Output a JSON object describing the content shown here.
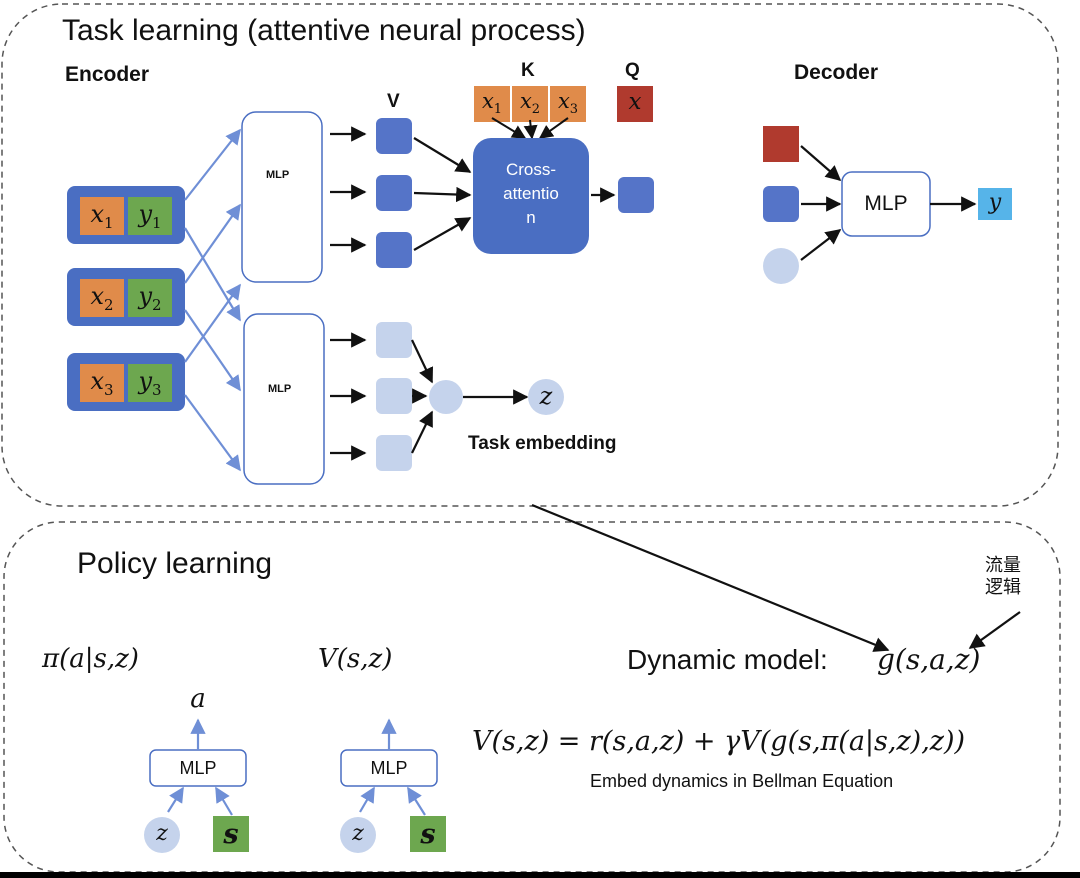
{
  "task_section": {
    "title": "Task learning (attentive neural process)",
    "encoder_label": "Encoder",
    "decoder_label": "Decoder",
    "v_label": "V",
    "k_label": "K",
    "q_label": "Q",
    "mlp_small": "MLP",
    "cross_attention": [
      "Cross-",
      "attentio",
      "n"
    ],
    "decoder_mlp": "MLP",
    "decoder_output": "y",
    "task_embedding_label": "Task embedding",
    "z_label": "z",
    "q_var": "x",
    "pairs": [
      {
        "x": "x",
        "xsub": "1",
        "y": "y",
        "ysub": "1"
      },
      {
        "x": "x",
        "xsub": "2",
        "y": "y",
        "ysub": "2"
      },
      {
        "x": "x",
        "xsub": "3",
        "y": "y",
        "ysub": "3"
      }
    ],
    "keys": [
      {
        "x": "x",
        "sub": "1"
      },
      {
        "x": "x",
        "sub": "2"
      },
      {
        "x": "x",
        "sub": "3"
      }
    ]
  },
  "policy_section": {
    "title": "Policy learning",
    "pi_expr": "π(a|s,z)",
    "v_expr": "V(s,z)",
    "dynamic_label": "Dynamic model:",
    "g_expr": "g(s,a,z)",
    "chinese_note_line1": "流量",
    "chinese_note_line2": "逻辑",
    "bellman": "V(s,z) = r(s,a,z) + γV(g(s,π(a|s,z),z))",
    "bellman_caption": "Embed dynamics in Bellman Equation",
    "policy_mlp": "MLP",
    "value_mlp": "MLP",
    "output_a": "a",
    "input_z": "z",
    "input_s": "s"
  },
  "colors": {
    "blue_dark": "#4a6ec2",
    "blue_mid": "#5574c8",
    "blue_light": "#c5d3ec",
    "orange": "#e08b4a",
    "green": "#6da74f",
    "red": "#b03a2e",
    "sky": "#56b4e9",
    "arrow_blue": "#6f8fd6"
  }
}
